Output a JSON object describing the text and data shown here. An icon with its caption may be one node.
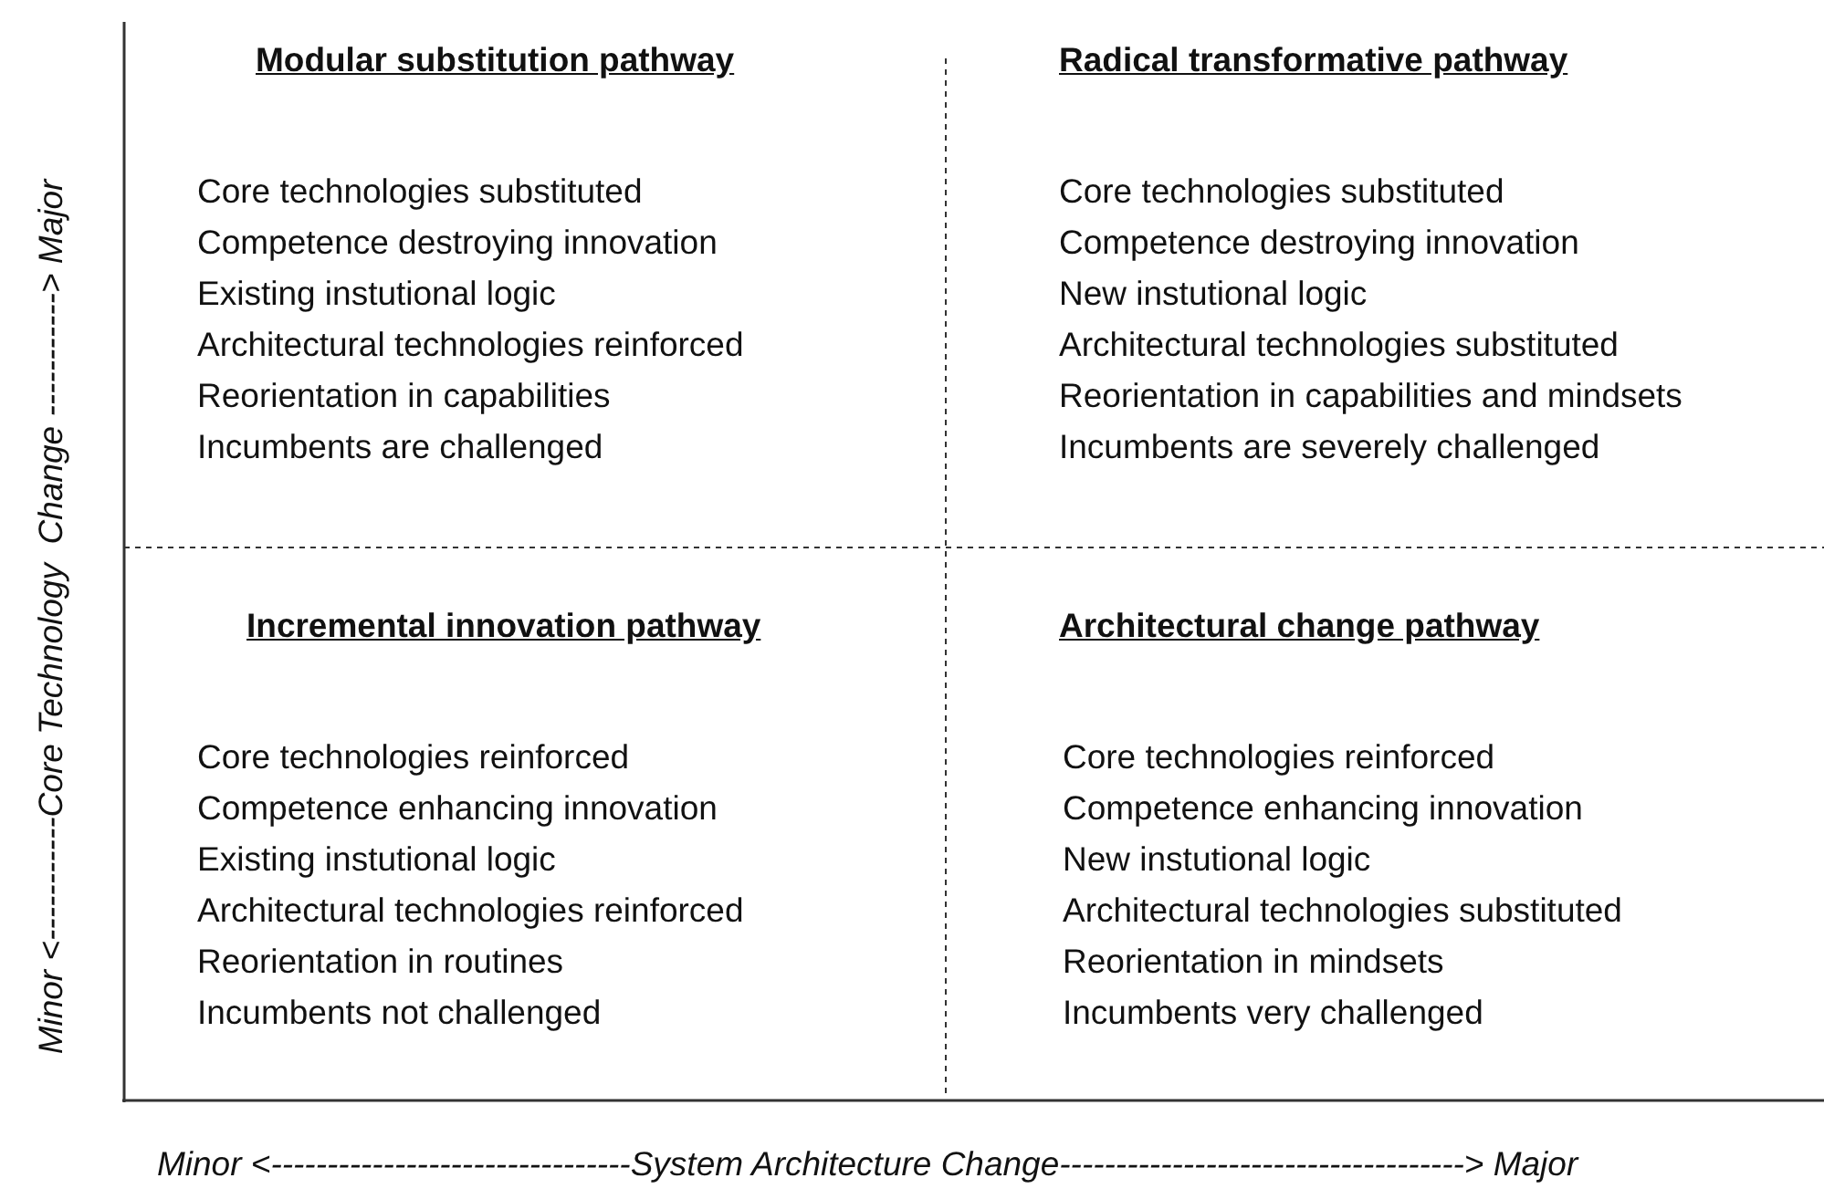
{
  "diagram": {
    "nodes": [
      {
        "text": [
          "Modular substitution pathway",
          "Core technologies substituted",
          "Competence destroying innovation",
          "Existing instutional logic",
          "Architectural technologies reinforced",
          "Reorientation in capabilities",
          "Incumbents are challenged"
        ]
      },
      {
        "text": [
          "Radical transformative pathway",
          "Core technologies substituted",
          "Competence destroying innovation",
          "New instutional logic",
          "Architectural technologies substituted",
          "Reorientation in capabilities and mindsets",
          "Incumbents are severely challenged"
        ]
      },
      {
        "text": [
          "Incremental innovation pathway",
          "Core technologies reinforced",
          "Competence enhancing innovation",
          "Existing instutional logic",
          "Architectural technologies reinforced",
          "Reorientation in routines",
          "Incumbents not challenged"
        ]
      },
      {
        "text": [
          "Architectural change pathway",
          "Core technologies reinforced",
          "Competence enhancing innovation",
          "New instutional logic",
          "Architectural technologies substituted",
          "Reorientation in mindsets",
          "Incumbents very challenged"
        ]
      }
    ],
    "labels": [
      "Minor <-----------Core Technology  Change -----------> Major",
      "Minor <--------------------------------System Architecture Change------------------------------------> Major"
    ]
  }
}
